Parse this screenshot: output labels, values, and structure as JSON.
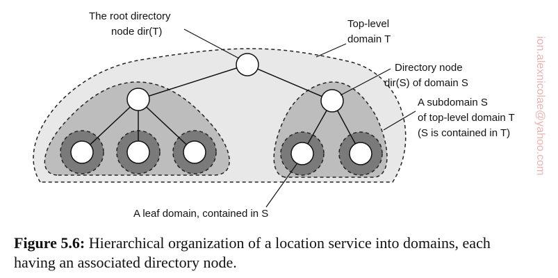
{
  "labels": {
    "root_line1": "The root directory",
    "root_line2": "node dir(T)",
    "toplevel_line1": "Top-level",
    "toplevel_line2": "domain T",
    "dirnode_line1": "Directory node",
    "dirnode_line2": "dir(S) of domain S",
    "subdomain_line1": "A subdomain S",
    "subdomain_line2": "of top-level domain T",
    "subdomain_line3": "(S is contained in T)",
    "leaf": "A leaf domain, contained in S"
  },
  "watermark": "ion.alexnicolae@yahoo.com",
  "caption": {
    "label": "Figure 5.6:",
    "line1": "Hierarchical organization of a location service into domains, each",
    "line2": "having an associated directory node."
  },
  "colors": {
    "outer_domain": "#e8e8e8",
    "subdomain": "#bdbdbd",
    "leaf_domain": "#7a7a7a",
    "node": "#ffffff"
  }
}
